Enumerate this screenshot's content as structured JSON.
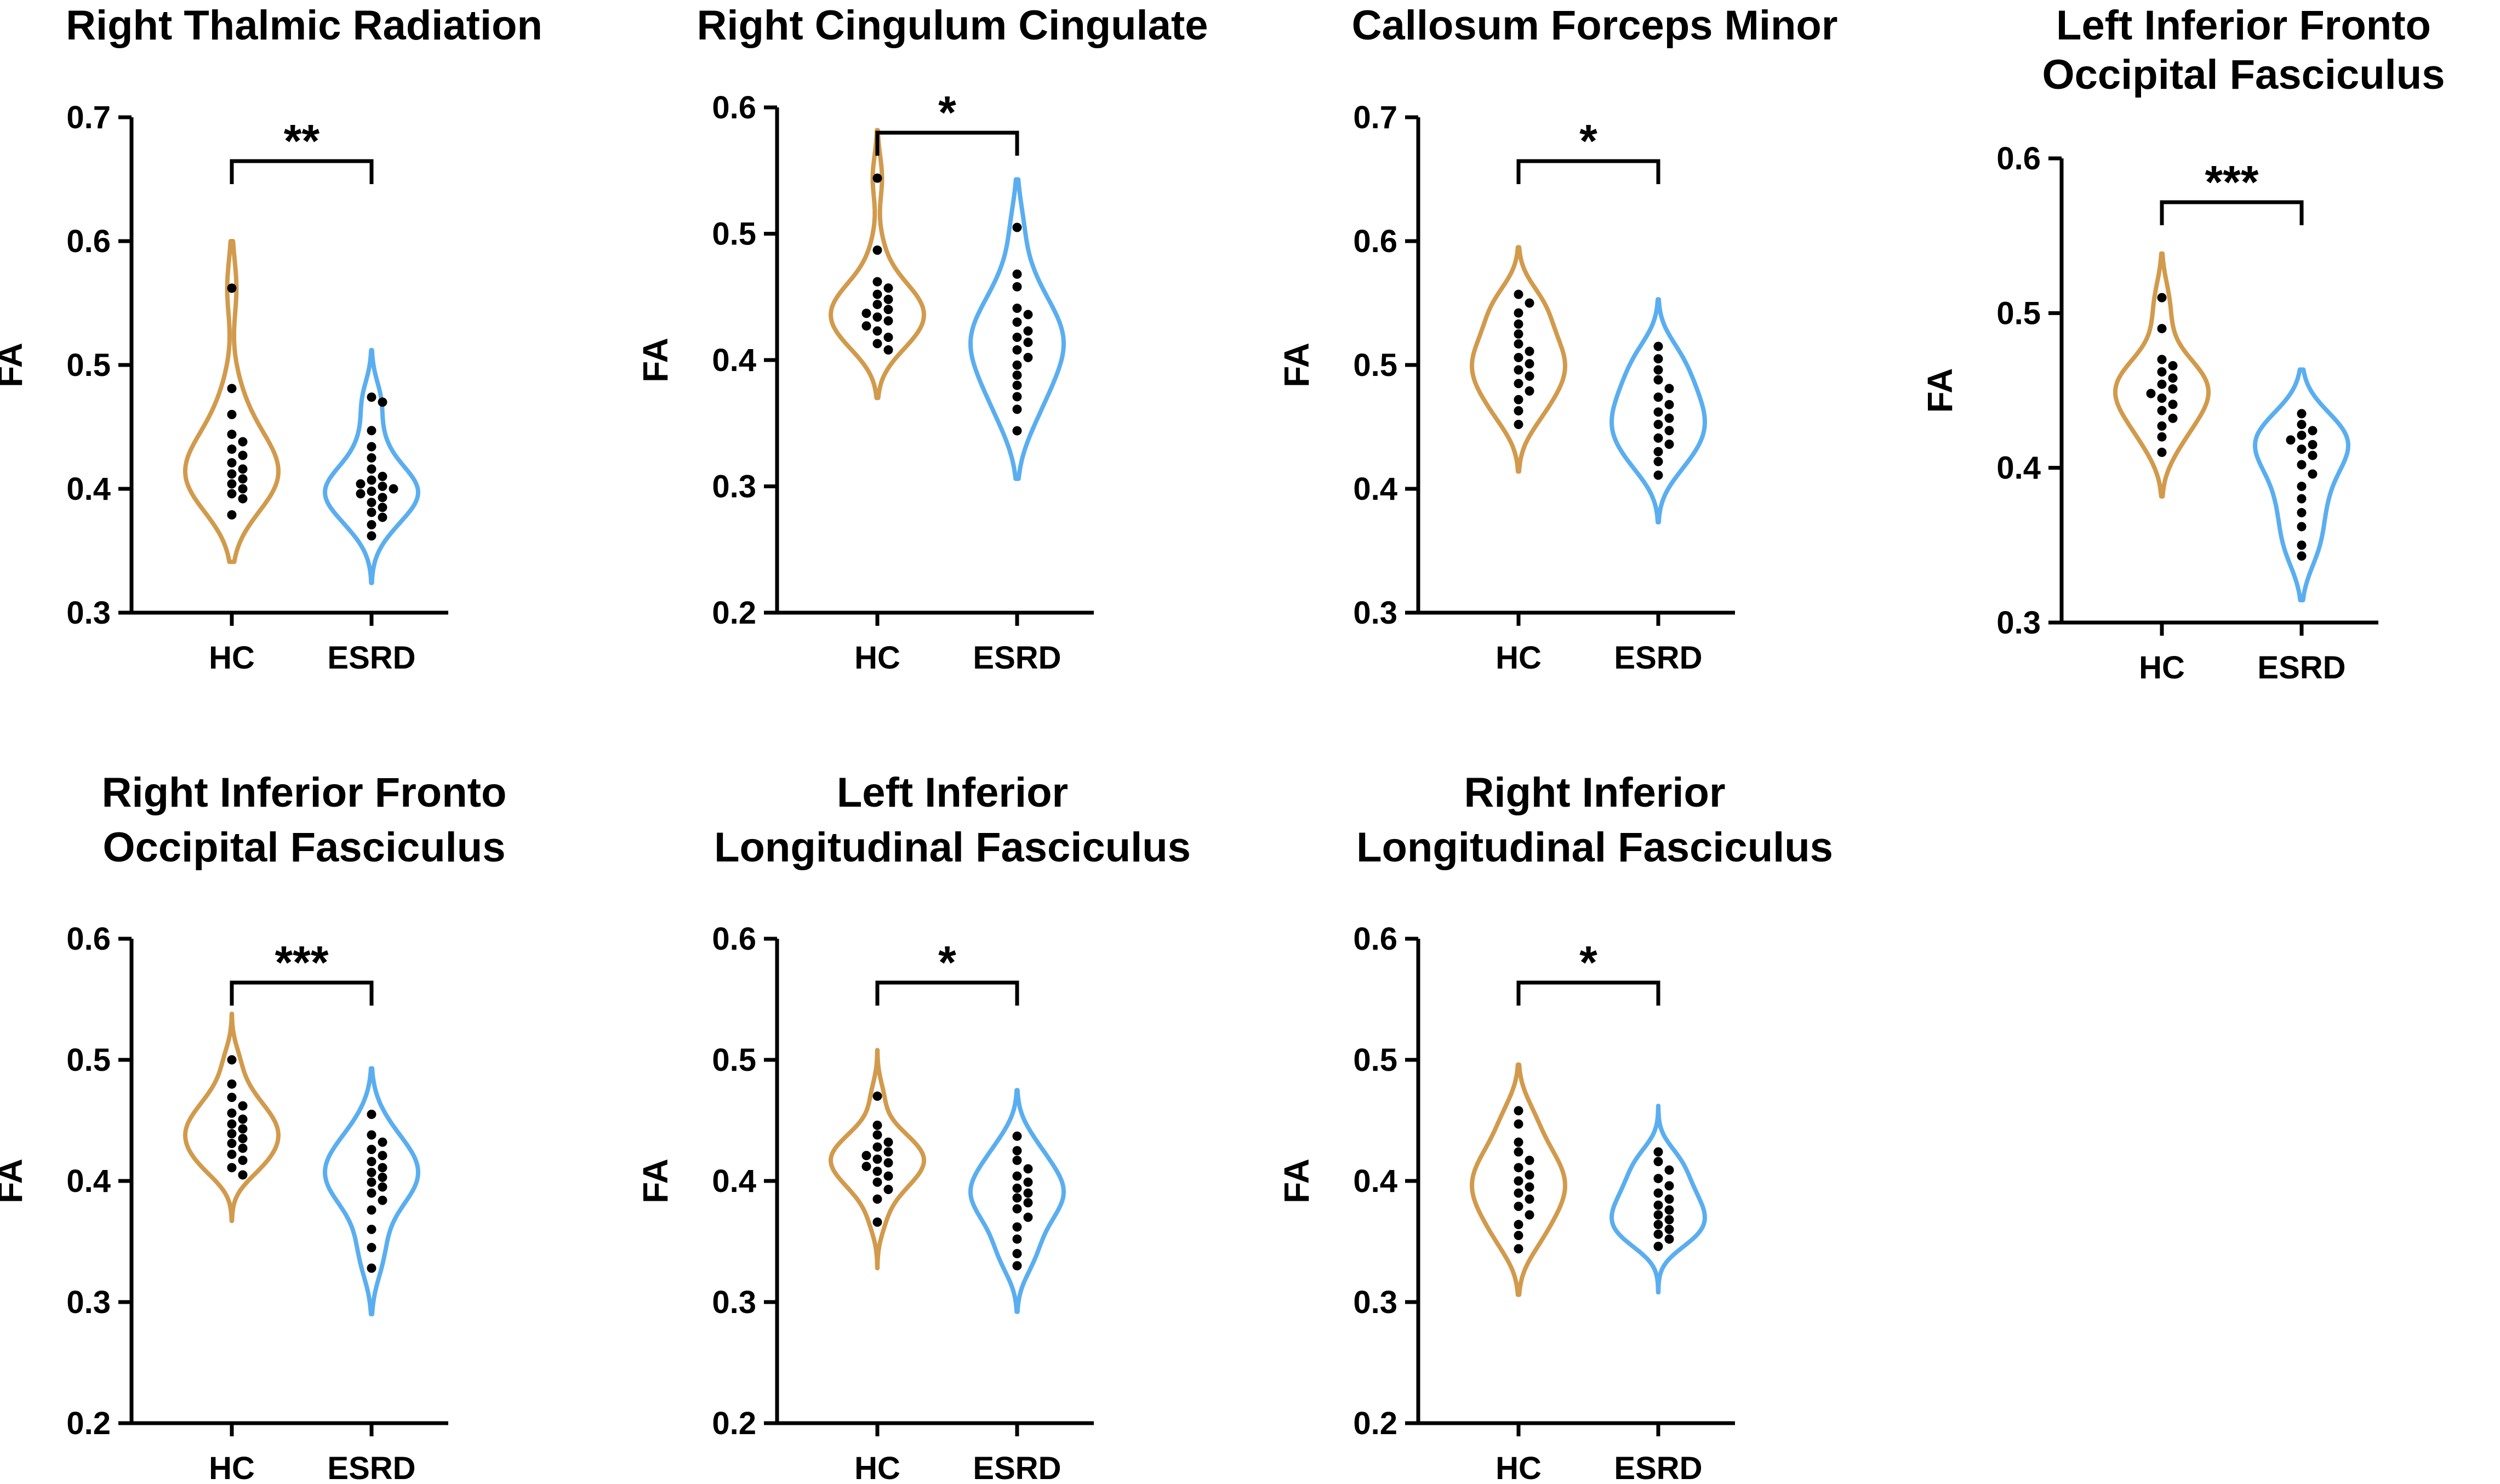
{
  "legend_colors": {
    "HC": "#D19A4C",
    "ESRD": "#5AAEF0"
  },
  "chart_data": [
    {
      "type": "violin",
      "title_lines": [
        "Right Thalmic Radiation"
      ],
      "ylabel": "FA",
      "ylim": [
        0.3,
        0.7
      ],
      "yticks": [
        "0.3",
        "0.4",
        "0.5",
        "0.6",
        "0.7"
      ],
      "categories": [
        "HC",
        "ESRD"
      ],
      "significance": "**",
      "series": [
        {
          "name": "HC",
          "color": "#D19A4C",
          "values": [
            0.562,
            0.481,
            0.46,
            0.444,
            0.438,
            0.432,
            0.427,
            0.421,
            0.416,
            0.412,
            0.408,
            0.404,
            0.4,
            0.396,
            0.392,
            0.379
          ]
        },
        {
          "name": "ESRD",
          "color": "#5AAEF0",
          "values": [
            0.474,
            0.47,
            0.447,
            0.434,
            0.425,
            0.416,
            0.41,
            0.407,
            0.404,
            0.402,
            0.4,
            0.398,
            0.396,
            0.393,
            0.389,
            0.385,
            0.381,
            0.377,
            0.371,
            0.362
          ]
        }
      ]
    },
    {
      "type": "violin",
      "title_lines": [
        "Right Cingulum Cingulate"
      ],
      "ylabel": "FA",
      "ylim": [
        0.2,
        0.6
      ],
      "yticks": [
        "0.2",
        "0.3",
        "0.4",
        "0.5",
        "0.6"
      ],
      "categories": [
        "HC",
        "ESRD"
      ],
      "significance": "*",
      "series": [
        {
          "name": "HC",
          "color": "#D19A4C",
          "values": [
            0.544,
            0.487,
            0.462,
            0.457,
            0.452,
            0.448,
            0.444,
            0.44,
            0.437,
            0.434,
            0.431,
            0.427,
            0.423,
            0.418,
            0.413,
            0.408
          ]
        },
        {
          "name": "ESRD",
          "color": "#5AAEF0",
          "values": [
            0.505,
            0.468,
            0.458,
            0.441,
            0.436,
            0.43,
            0.423,
            0.418,
            0.414,
            0.408,
            0.402,
            0.396,
            0.388,
            0.38,
            0.371,
            0.361,
            0.344
          ]
        }
      ]
    },
    {
      "type": "violin",
      "title_lines": [
        "Callosum Forceps Minor"
      ],
      "ylabel": "FA",
      "ylim": [
        0.3,
        0.7
      ],
      "yticks": [
        "0.3",
        "0.4",
        "0.5",
        "0.6",
        "0.7"
      ],
      "categories": [
        "HC",
        "ESRD"
      ],
      "significance": "*",
      "series": [
        {
          "name": "HC",
          "color": "#D19A4C",
          "values": [
            0.557,
            0.55,
            0.542,
            0.533,
            0.525,
            0.517,
            0.511,
            0.506,
            0.501,
            0.496,
            0.491,
            0.485,
            0.479,
            0.472,
            0.463,
            0.452
          ]
        },
        {
          "name": "ESRD",
          "color": "#5AAEF0",
          "values": [
            0.515,
            0.505,
            0.496,
            0.488,
            0.481,
            0.474,
            0.468,
            0.462,
            0.457,
            0.452,
            0.447,
            0.441,
            0.436,
            0.43,
            0.422,
            0.411
          ]
        }
      ]
    },
    {
      "type": "violin",
      "title_lines": [
        "Left Inferior Fronto",
        "Occipital Fasciculus"
      ],
      "ylabel": "FA",
      "ylim": [
        0.3,
        0.6
      ],
      "yticks": [
        "0.3",
        "0.4",
        "0.5",
        "0.6"
      ],
      "categories": [
        "HC",
        "ESRD"
      ],
      "significance": "***",
      "series": [
        {
          "name": "HC",
          "color": "#D19A4C",
          "values": [
            0.51,
            0.49,
            0.47,
            0.466,
            0.462,
            0.458,
            0.454,
            0.451,
            0.448,
            0.445,
            0.441,
            0.437,
            0.432,
            0.427,
            0.42,
            0.41
          ]
        },
        {
          "name": "ESRD",
          "color": "#5AAEF0",
          "values": [
            0.435,
            0.428,
            0.424,
            0.421,
            0.418,
            0.415,
            0.412,
            0.408,
            0.402,
            0.396,
            0.388,
            0.38,
            0.371,
            0.362,
            0.35,
            0.343
          ]
        }
      ]
    },
    {
      "type": "violin",
      "title_lines": [
        "Right Inferior Fronto",
        "Occipital Fasciculus"
      ],
      "ylabel": "FA",
      "ylim": [
        0.2,
        0.6
      ],
      "yticks": [
        "0.2",
        "0.3",
        "0.4",
        "0.5",
        "0.6"
      ],
      "categories": [
        "HC",
        "ESRD"
      ],
      "significance": "***",
      "series": [
        {
          "name": "HC",
          "color": "#D19A4C",
          "values": [
            0.5,
            0.48,
            0.469,
            0.462,
            0.456,
            0.451,
            0.447,
            0.443,
            0.439,
            0.435,
            0.431,
            0.427,
            0.422,
            0.417,
            0.411,
            0.405
          ]
        },
        {
          "name": "ESRD",
          "color": "#5AAEF0",
          "values": [
            0.455,
            0.438,
            0.432,
            0.426,
            0.421,
            0.416,
            0.411,
            0.407,
            0.403,
            0.399,
            0.395,
            0.39,
            0.384,
            0.376,
            0.36,
            0.345,
            0.328
          ]
        }
      ]
    },
    {
      "type": "violin",
      "title_lines": [
        "Left Inferior",
        "Longitudinal Fasciculus"
      ],
      "ylabel": "FA",
      "ylim": [
        0.2,
        0.6
      ],
      "yticks": [
        "0.2",
        "0.3",
        "0.4",
        "0.5",
        "0.6"
      ],
      "categories": [
        "HC",
        "ESRD"
      ],
      "significance": "*",
      "series": [
        {
          "name": "HC",
          "color": "#D19A4C",
          "values": [
            0.47,
            0.446,
            0.438,
            0.432,
            0.428,
            0.424,
            0.421,
            0.418,
            0.415,
            0.412,
            0.408,
            0.404,
            0.399,
            0.393,
            0.385,
            0.366
          ]
        },
        {
          "name": "ESRD",
          "color": "#5AAEF0",
          "values": [
            0.437,
            0.425,
            0.417,
            0.41,
            0.404,
            0.399,
            0.394,
            0.39,
            0.386,
            0.382,
            0.377,
            0.37,
            0.362,
            0.352,
            0.34,
            0.33
          ]
        }
      ]
    },
    {
      "type": "violin",
      "title_lines": [
        "Right Inferior",
        "Longitudinal Fasciculus"
      ],
      "ylabel": "FA",
      "ylim": [
        0.2,
        0.6
      ],
      "yticks": [
        "0.2",
        "0.3",
        "0.4",
        "0.5",
        "0.6"
      ],
      "categories": [
        "HC",
        "ESRD"
      ],
      "significance": "*",
      "series": [
        {
          "name": "HC",
          "color": "#D19A4C",
          "values": [
            0.458,
            0.447,
            0.432,
            0.424,
            0.417,
            0.411,
            0.405,
            0.4,
            0.395,
            0.39,
            0.385,
            0.379,
            0.372,
            0.364,
            0.355,
            0.344
          ]
        },
        {
          "name": "ESRD",
          "color": "#5AAEF0",
          "values": [
            0.424,
            0.416,
            0.409,
            0.402,
            0.396,
            0.39,
            0.385,
            0.38,
            0.376,
            0.372,
            0.368,
            0.364,
            0.36,
            0.356,
            0.352,
            0.346
          ]
        }
      ]
    }
  ]
}
